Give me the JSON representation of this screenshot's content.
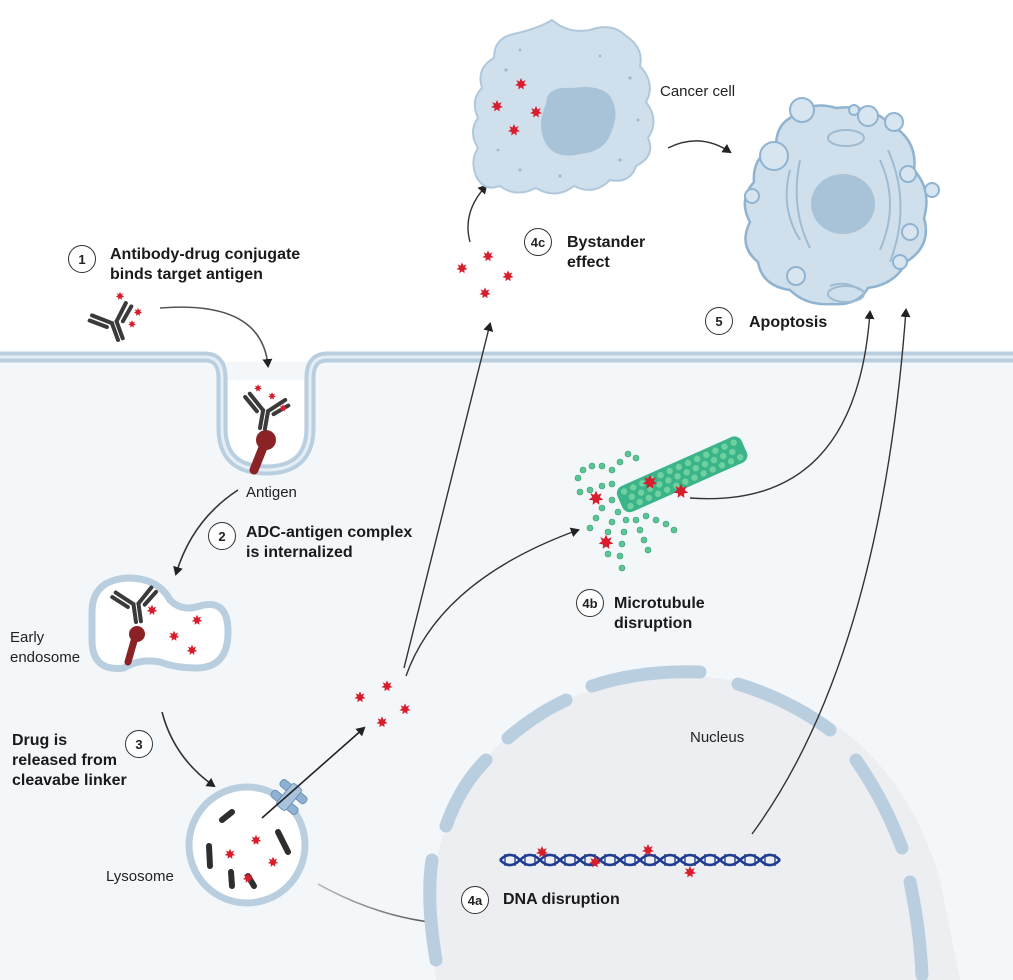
{
  "steps": [
    {
      "number": "1",
      "text": "Antibody-drug conjugate\nbinds target antigen"
    },
    {
      "number": "2",
      "text": "ADC-antigen complex\nis internalized"
    },
    {
      "number": "3",
      "text": "Drug is\nreleased from\ncleavabe linker"
    },
    {
      "number": "4a",
      "text": "DNA disruption"
    },
    {
      "number": "4b",
      "text": "Microtubule\ndisruption"
    },
    {
      "number": "4c",
      "text": "Bystander\neffect"
    },
    {
      "number": "5",
      "text": "Apoptosis"
    }
  ],
  "labels": {
    "antigen": "Antigen",
    "early_endosome": "Early\nendosome",
    "lysosome": "Lysosome",
    "nucleus": "Nucleus",
    "cancer_cell": "Cancer cell"
  },
  "colors": {
    "membrane": "#b9cfe0",
    "cytoplasm": "#f4f7fa",
    "cell_fill": "#cfe0ec",
    "drug": "#d81e2c",
    "antigen": "#8b2226",
    "dna": "#1f3c8f",
    "microtubule": "#3bb48a",
    "nucleus_fill": "#eceef1"
  },
  "icons": [
    "antibody-icon",
    "drug-payload-icon",
    "antigen-icon",
    "transporter-icon",
    "dna-helix-icon",
    "microtubule-icon"
  ]
}
